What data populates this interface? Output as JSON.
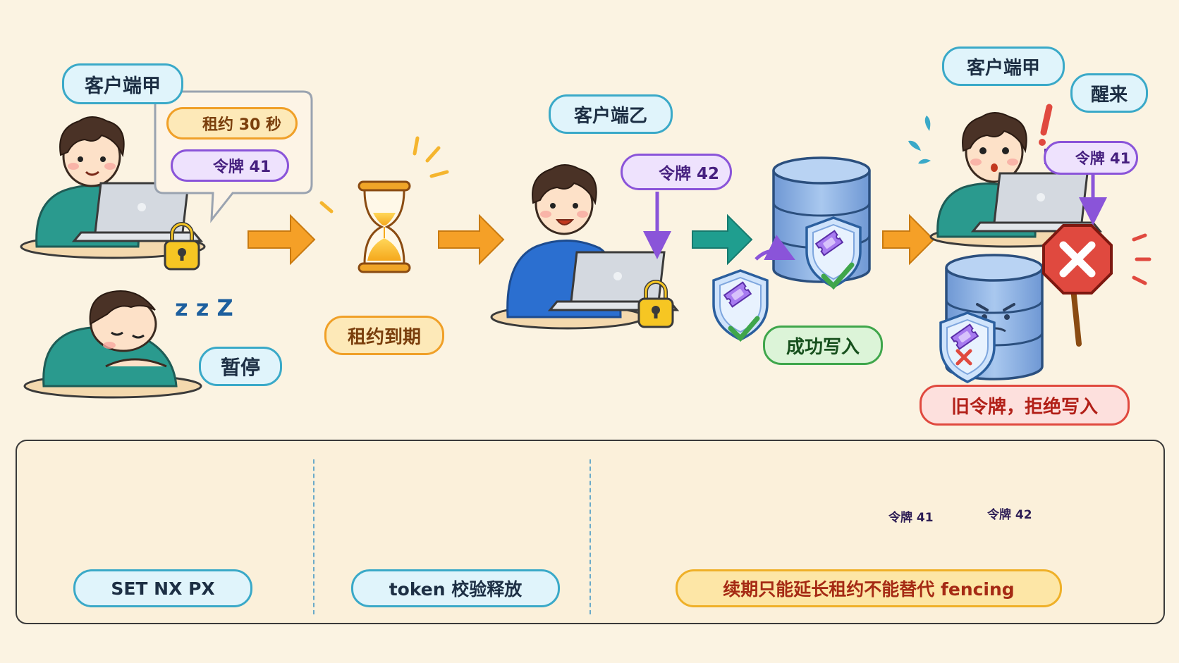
{
  "labels": {
    "client_a": "客户端甲",
    "lease": "租约 30 秒",
    "token_41": "令牌 41",
    "pause": "暂停",
    "lease_expired": "租约到期",
    "client_b": "客户端乙",
    "token_42": "令牌 42",
    "write_success": "成功写入",
    "client_a_again": "客户端甲",
    "wake_up": "醒来",
    "token_41_again": "令牌 41",
    "reject": "旧令牌，拒绝写入",
    "zzz": "z z Z"
  },
  "legend": {
    "set_nx_px": "SET NX PX",
    "token_release": "token 校验释放",
    "renew_note": "续期只能延长租约不能替代  fencing",
    "small_token_41": "令牌 41",
    "small_token_42": "令牌 42"
  },
  "colors": {
    "background": "#fbf3e2",
    "flow_arrow": "#f5a027",
    "teal_arrow": "#1f9e8f",
    "token_purple": "#8a54d9",
    "db_blue": "#7ea6de",
    "lock_yellow": "#f6c623",
    "reject_red": "#e0493f",
    "success_green": "#3fa64b"
  }
}
